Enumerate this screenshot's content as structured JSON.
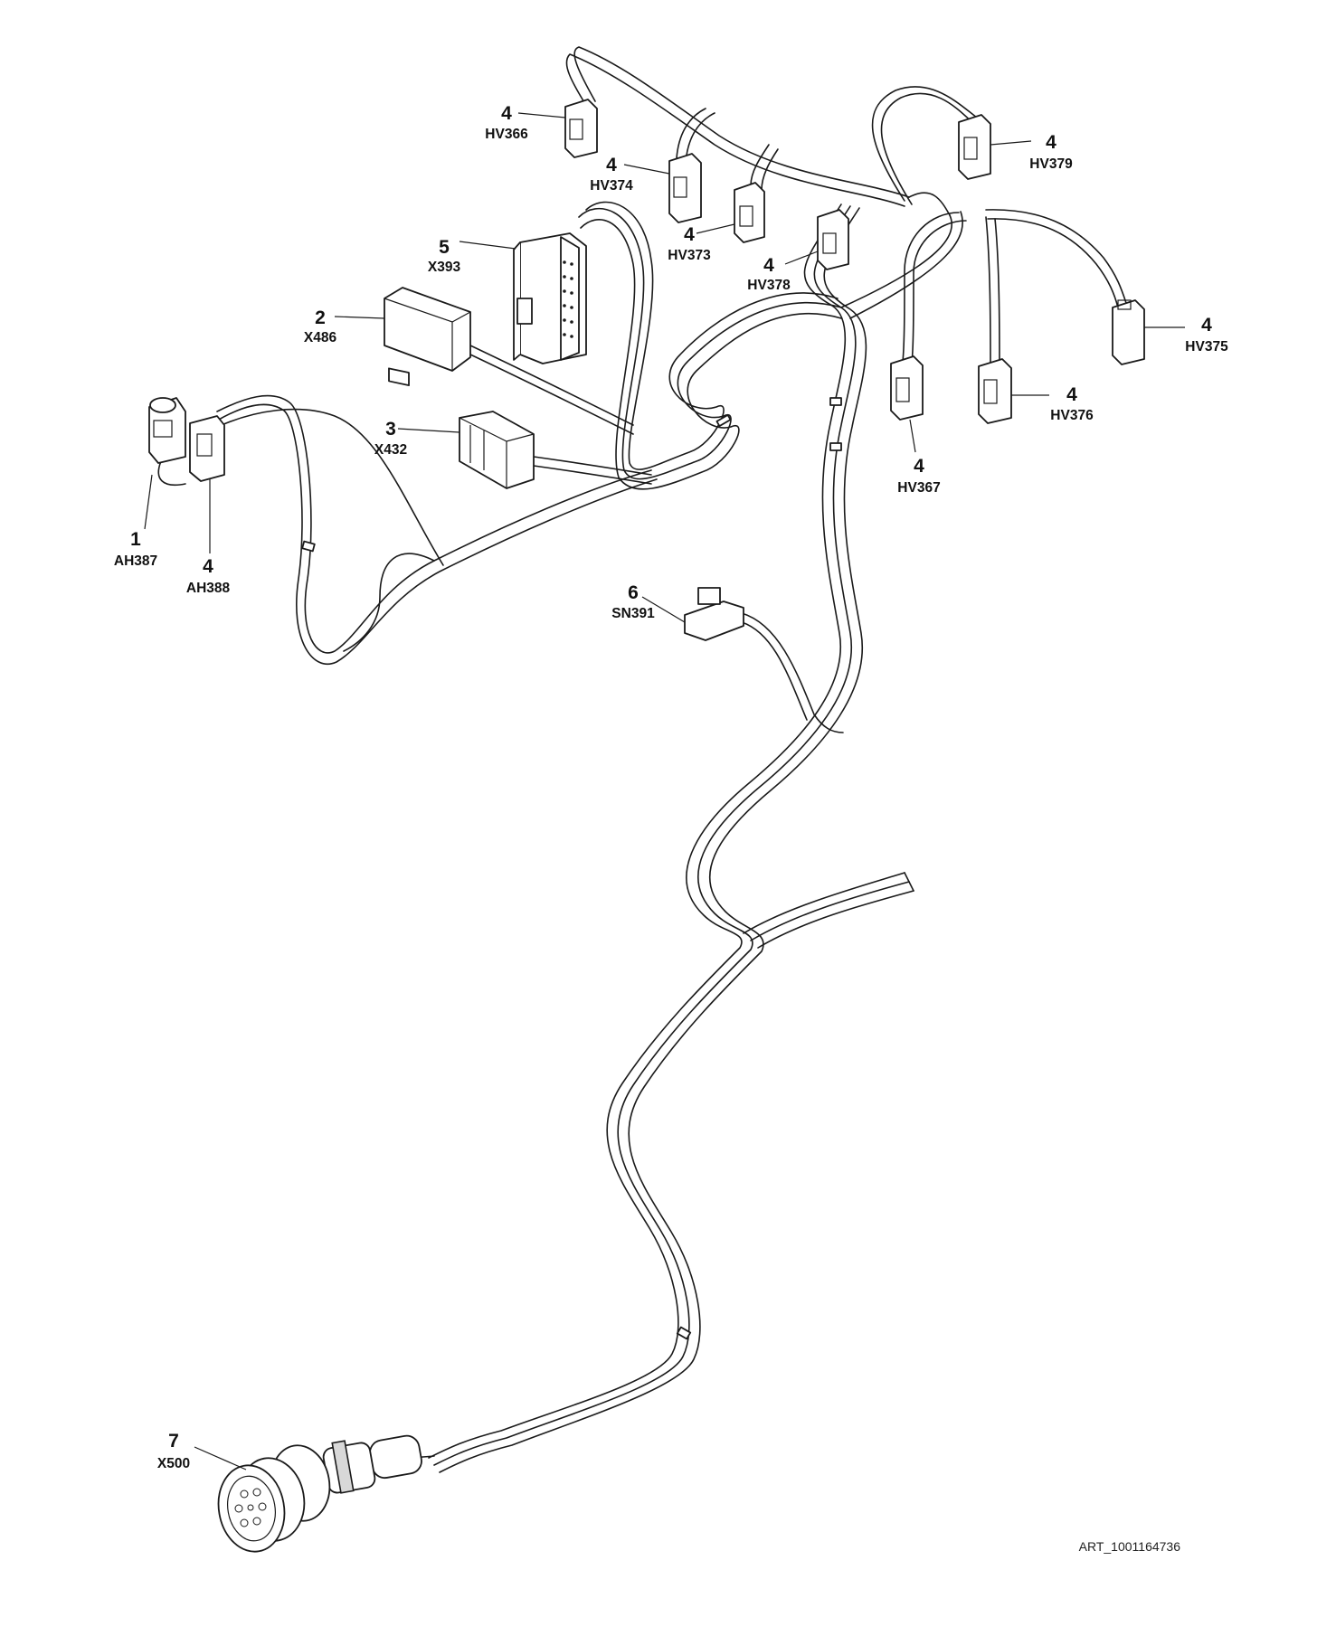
{
  "diagram": {
    "art_id": "ART_1001164736",
    "callouts": [
      {
        "num": "1",
        "code": "AH387"
      },
      {
        "num": "4",
        "code": "AH388"
      },
      {
        "num": "2",
        "code": "X486"
      },
      {
        "num": "5",
        "code": "X393"
      },
      {
        "num": "3",
        "code": "X432"
      },
      {
        "num": "4",
        "code": "HV366"
      },
      {
        "num": "4",
        "code": "HV374"
      },
      {
        "num": "4",
        "code": "HV373"
      },
      {
        "num": "4",
        "code": "HV378"
      },
      {
        "num": "4",
        "code": "HV379"
      },
      {
        "num": "4",
        "code": "HV375"
      },
      {
        "num": "4",
        "code": "HV376"
      },
      {
        "num": "4",
        "code": "HV367"
      },
      {
        "num": "6",
        "code": "SN391"
      },
      {
        "num": "7",
        "code": "X500"
      }
    ]
  }
}
